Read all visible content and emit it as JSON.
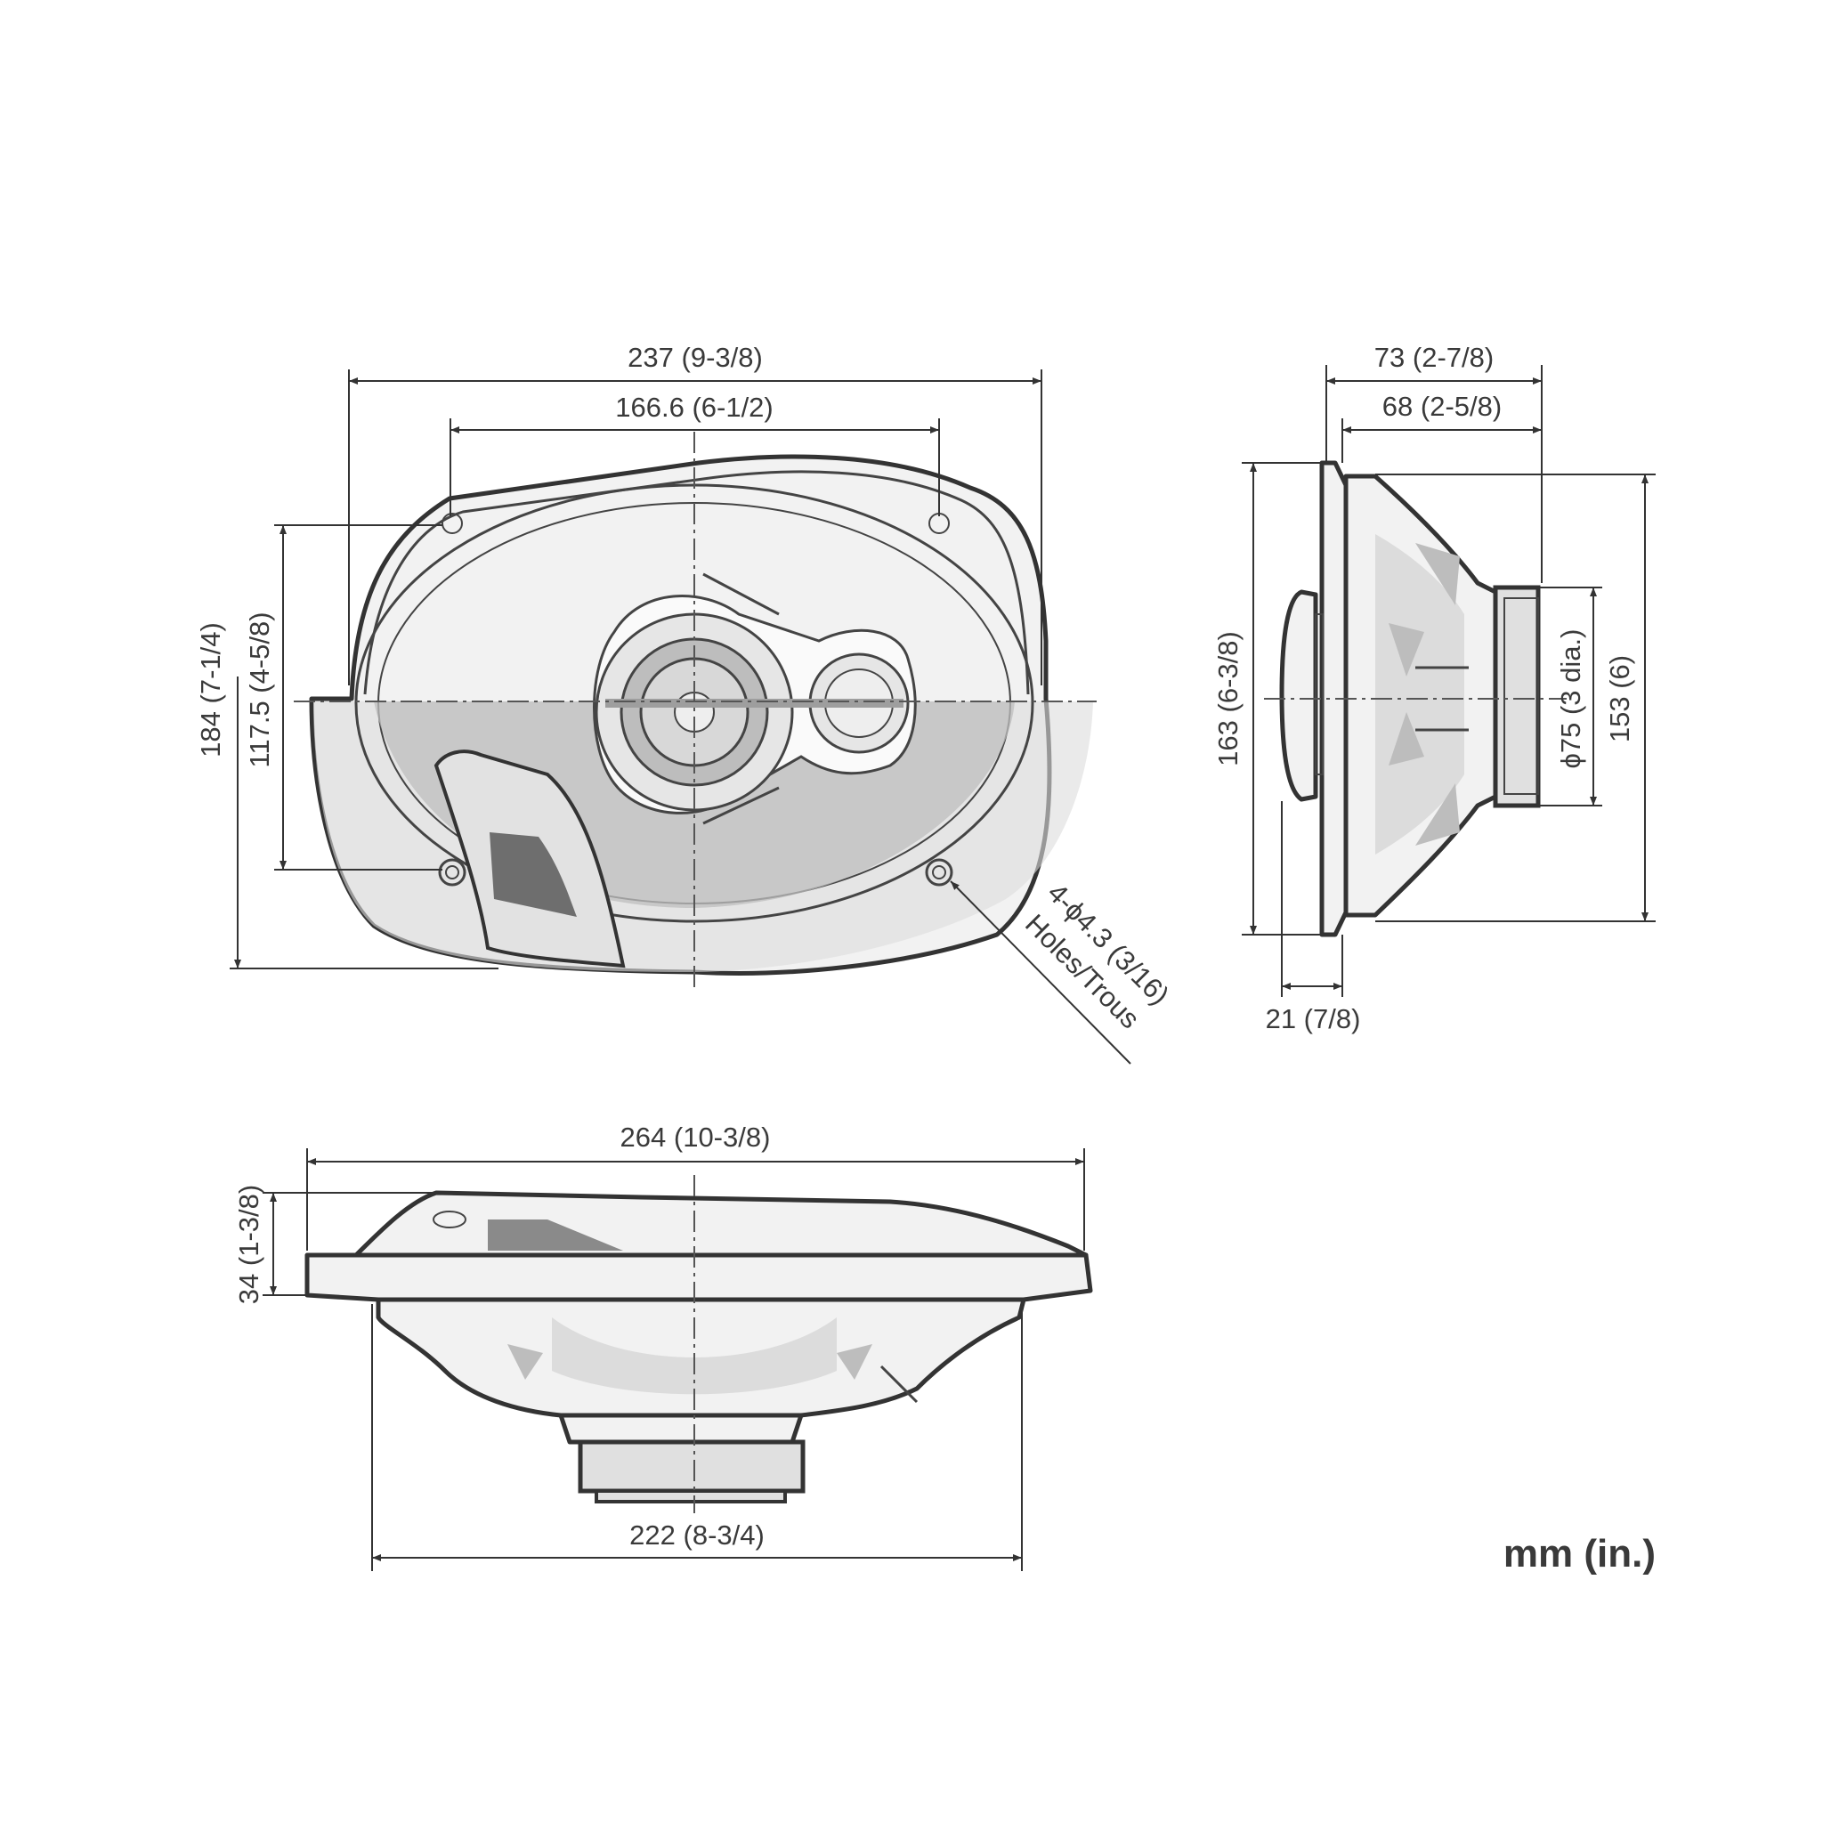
{
  "dimensions": {
    "front_width_overall": "237 (9-3/8)",
    "front_hole_spacing_horizontal": "166.6 (6-1/2)",
    "front_height_overall": "184 (7-1/4)",
    "front_hole_spacing_vertical": "117.5 (4-5/8)",
    "holes_line1": "4-ϕ4.3 (3/16)",
    "holes_line2": "Holes/Trous",
    "side_depth_overall": "73 (2-7/8)",
    "side_depth_mounting": "68 (2-5/8)",
    "side_height_overall": "163 (6-3/8)",
    "side_magnet_diameter": "ϕ75 (3 dia.)",
    "side_cutout_height": "153 (6)",
    "side_tweeter_protrusion": "21 (7/8)",
    "bottom_width_overall": "264 (10-3/8)",
    "bottom_height_above_mount": "34 (1-3/8)",
    "bottom_cutout_width": "222 (8-3/4)"
  },
  "units": "mm (in.)"
}
